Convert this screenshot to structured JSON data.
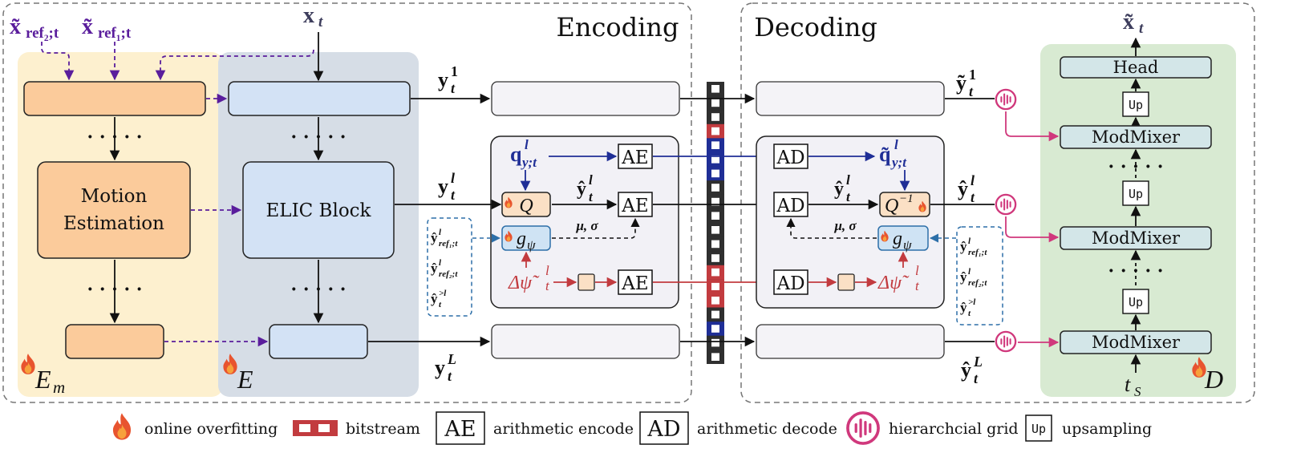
{
  "sections": {
    "encoding": "Encoding",
    "decoding": "Decoding"
  },
  "modules": {
    "motion_estimation_line1": "Motion",
    "motion_estimation_line2": "Estimation",
    "elic_block": "ELIC Block",
    "head": "Head",
    "up": "Up",
    "modmixer": "ModMixer",
    "ae": "AE",
    "ad": "AD",
    "dots": "· · · · ·"
  },
  "math": {
    "x_ref2_base": "x̃",
    "x_ref2_sub": "ref₂;t",
    "x_ref1_base": "x̃",
    "x_ref1_sub": "ref₁;t",
    "x_t_base": "x",
    "x_t_sub": "t",
    "x_tilde_t_base": "x̃",
    "x_tilde_t_sub": "t",
    "y_base": "y",
    "y_hat_base": "ŷ",
    "y_tilde_base": "ỹ",
    "sub_t": "t",
    "sup_1": "1",
    "sup_l": "l",
    "sup_L": "L",
    "q_enc_base": "q",
    "q_dec_base": "q̃",
    "q_sub": "y;t",
    "Q": "Q",
    "Q_inv": "Q",
    "Q_inv_sup": "−1",
    "g_base": "g",
    "g_sub": "ψ",
    "mu_sigma": "μ, σ",
    "delta_psi_base": "Δψ̃",
    "ref1_sub": "ref₁;t",
    "ref2_sub": "ref₂;t",
    "gt_sup": ">l",
    "E_m_base": "E",
    "E_m_sub": "m",
    "E": "E",
    "D": "D",
    "t_S_base": "t",
    "t_S_sub": "S"
  },
  "legend": {
    "online_overfitting": "online overfitting",
    "bitstream": "bitstream",
    "ae_box": "AE",
    "arithmetic_encode": "arithmetic encode",
    "ad_box": "AD",
    "arithmetic_decode": "arithmetic decode",
    "hierarchical_grid": "hierarchcial grid",
    "up_box": "Up",
    "upsampling": "upsampling"
  },
  "colors": {
    "motion_bg": "#fdf0cf",
    "motion_box": "#fbcb9b",
    "encoder_bg": "#d6dde6",
    "encoder_box": "#d3e2f5",
    "decoder_bg": "#d8ead2",
    "decoder_box": "#d3e6e8",
    "entropy_bg": "#f2f1f6",
    "purple": "#5a1d9c",
    "blue": "#1f2e96",
    "red": "#c23b3f",
    "dash_blue": "#2d6fa8",
    "pink": "#d0387c",
    "bitstream_dark": "#2f2f2f"
  },
  "icons": [
    "flame-icon",
    "hierarchical-grid-icon",
    "bitstream-icon"
  ]
}
